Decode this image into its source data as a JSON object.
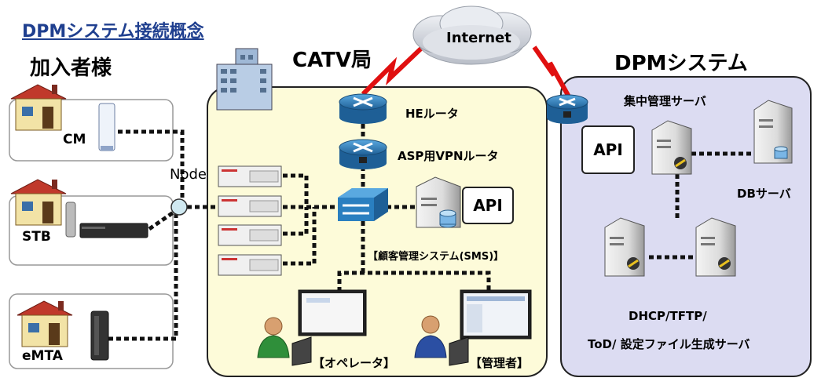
{
  "title": "DPMシステム接続概念",
  "subscriber": {
    "title": "加入者様",
    "devices": [
      {
        "label": "CM"
      },
      {
        "label": "STB"
      },
      {
        "label": "eMTA"
      }
    ],
    "node_label": "Node"
  },
  "catv": {
    "title": "CATV局",
    "he_router": "HEルータ",
    "vpn_router": "ASP用VPNルータ",
    "api": "API",
    "sms": "【顧客管理システム(SMS)】",
    "operator": "【オペレータ】",
    "admin": "【管理者】"
  },
  "internet": "Internet",
  "dpm": {
    "title": "DPMシステム",
    "central_server": "集中管理サーバ",
    "api": "API",
    "db_server": "DBサーバ",
    "dhcp_label": "DHCP/TFTP/",
    "tod_label": "ToD/ 設定ファイル生成サーバ"
  },
  "colors": {
    "title_blue": "#1f3f8f",
    "catv_fill": "#fdfbd9",
    "dpm_fill": "#dcdcf2",
    "wan_red": "#e01010",
    "router_blue": "#2a7fc0",
    "cloud": "#d7dbe2"
  }
}
